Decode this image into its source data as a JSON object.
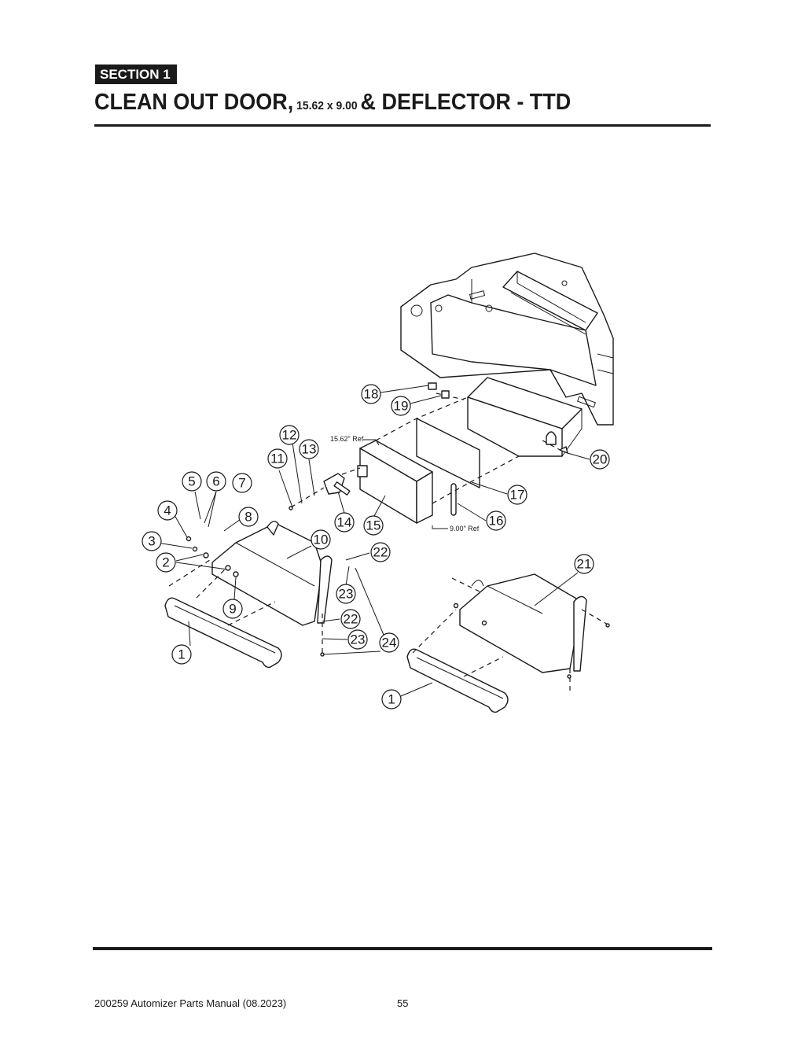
{
  "header": {
    "section_label": "SECTION  1",
    "title_main": "CLEAN OUT DOOR,",
    "title_dim": " 15.62 x 9.00 ",
    "title_end": "& DEFLECTOR - TTD"
  },
  "diagram": {
    "dimension_refs": {
      "width_ref": "15.62\" Ref",
      "height_ref": "9.00\" Ref"
    },
    "callouts": [
      {
        "id": "c1a",
        "label": "1"
      },
      {
        "id": "c1b",
        "label": "1"
      },
      {
        "id": "c2",
        "label": "2"
      },
      {
        "id": "c3",
        "label": "3"
      },
      {
        "id": "c4",
        "label": "4"
      },
      {
        "id": "c5",
        "label": "5"
      },
      {
        "id": "c6",
        "label": "6"
      },
      {
        "id": "c7",
        "label": "7"
      },
      {
        "id": "c8",
        "label": "8"
      },
      {
        "id": "c9",
        "label": "9"
      },
      {
        "id": "c10",
        "label": "10"
      },
      {
        "id": "c11",
        "label": "11"
      },
      {
        "id": "c12",
        "label": "12"
      },
      {
        "id": "c13",
        "label": "13"
      },
      {
        "id": "c14",
        "label": "14"
      },
      {
        "id": "c15",
        "label": "15"
      },
      {
        "id": "c16",
        "label": "16"
      },
      {
        "id": "c17",
        "label": "17"
      },
      {
        "id": "c18",
        "label": "18"
      },
      {
        "id": "c19",
        "label": "19"
      },
      {
        "id": "c20",
        "label": "20"
      },
      {
        "id": "c21",
        "label": "21"
      },
      {
        "id": "c22a",
        "label": "22"
      },
      {
        "id": "c22b",
        "label": "22"
      },
      {
        "id": "c23a",
        "label": "23"
      },
      {
        "id": "c23b",
        "label": "23"
      },
      {
        "id": "c24",
        "label": "24"
      }
    ]
  },
  "footer": {
    "manual": "200259 Automizer Parts Manual (08.2023)",
    "page_number": "55"
  }
}
